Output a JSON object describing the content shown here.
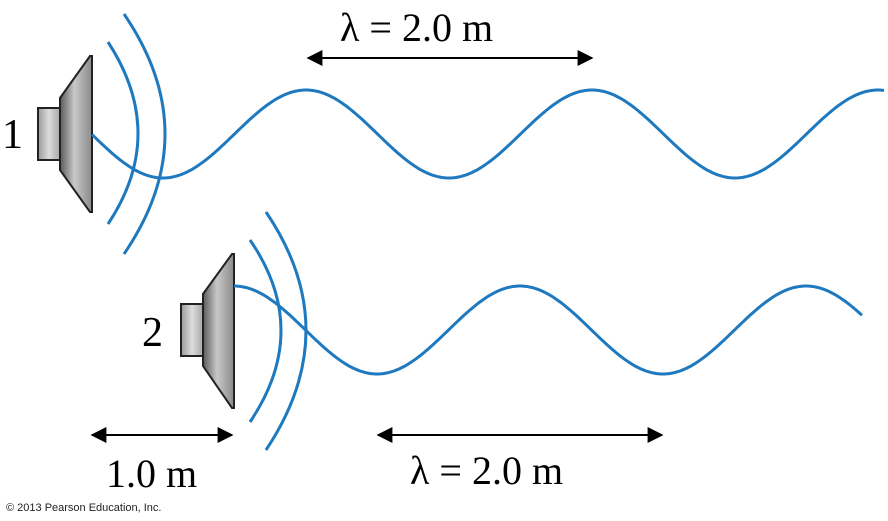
{
  "speakers": {
    "speaker1_label": "1",
    "speaker2_label": "2"
  },
  "labels": {
    "wavelength_top": "λ = 2.0 m",
    "wavelength_bottom": "λ = 2.0 m",
    "offset_distance": "1.0 m"
  },
  "copyright": "© 2013 Pearson Education, Inc.",
  "colors": {
    "wave": "#1f79bf",
    "speaker_dark": "#3c3c3c",
    "speaker_light": "#d8d8d8",
    "text": "#000000"
  }
}
